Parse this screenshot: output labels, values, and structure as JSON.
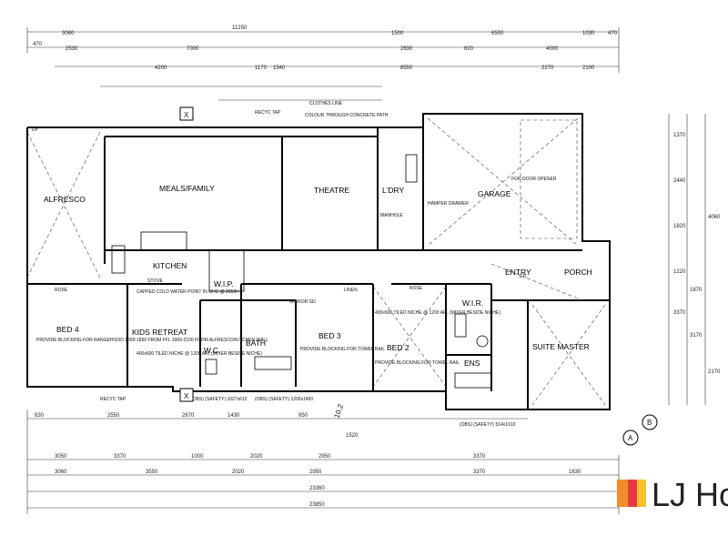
{
  "dimensions_top": {
    "overall": "11250",
    "row1": [
      "470",
      "3060",
      "1500",
      "6500",
      "1030",
      "470"
    ],
    "row2": [
      "2530",
      "7000",
      "2630",
      "620",
      "4000"
    ],
    "row3": [
      "4200",
      "1170",
      "1540",
      "8550",
      "2270",
      "2100"
    ]
  },
  "dimensions_bottom": {
    "row1": [
      "830",
      "2550",
      "2670",
      "1430",
      "950",
      "1520"
    ],
    "row2": [
      "3050",
      "3370",
      "1000",
      "2020",
      "2950",
      "3370"
    ],
    "row3": [
      "3060",
      "3550",
      "2020",
      "2950",
      "3370",
      "1630"
    ],
    "overall1": "23360",
    "overall2": "23850"
  },
  "dimensions_right": [
    "1370",
    "2440",
    "1820",
    "1220",
    "3370",
    "1870",
    "3170",
    "4060",
    "2170"
  ],
  "rooms": {
    "alfresco": "ALFRESCO",
    "meals_family": "MEALS/FAMILY",
    "theatre": "THEATRE",
    "ldry": "L'DRY",
    "garage": "GARAGE",
    "kitchen": "KITCHEN",
    "wip": "W.I.P.",
    "bed4": "BED 4",
    "kids_retreat": "KIDS RETREAT",
    "wc": "W.C.",
    "bath": "BATH",
    "bed3": "BED 3",
    "bed2": "BED 2",
    "wir": "W.I.R.",
    "ens": "ENS",
    "suite_master": "SUITE MASTER",
    "entry": "ENTRY",
    "porch": "PORCH"
  },
  "notes": {
    "clothes_line": "CLOTHES LINE",
    "colour_concrete": "COLOUR THROUGH CONCRETE PATH",
    "recyc_tap_top": "RECYC TAP",
    "recyc_tap_bottom": "RECYC TAP",
    "hamper_drawer": "HAMPER DRAWER",
    "manhole": "MANHOLE",
    "door_opener": "FOR DOOR OPENER",
    "stove": "STOVE",
    "capped_cold": "CAPPED COLD WATER POINT IN OHC @ 2050H",
    "niche_bath": "400x600 TILED NICHE @ 1200 AFL (MIXER BESIDE NICHE)",
    "niche_ens": "400x600 TILED NICHE @ 1200 AFL (MIXER BESIDE NICHE)",
    "blocking_bed3": "PROVIDE BLOCKING FOR TOWEL RAIL",
    "blocking_bed2": "PROVIDE BLOCKING FOR TOWEL RAIL",
    "blocking_bed4": "PROVIDE BLOCKING FOR RANGEHOOD 1800-1850 FROM FFL 1900-2100 FROM ALFRESCO/KITCHEN WALL",
    "rose": "ROSE",
    "mirror": "MIRROR SD",
    "linen": "LINEN",
    "safety1": "(OBS) (SAFETY) 1027x610",
    "safety2": "(OBS) (SAFETY) 1200x1450",
    "safety3": "(OBS) (SAFETY) 514x1610",
    "level": "10.2",
    "dp": "DP",
    "sd": "S.D."
  },
  "markers": {
    "a": "A",
    "b": "B",
    "x": "X"
  },
  "logo": {
    "text": "LJ Ho",
    "colors": [
      "#f28c28",
      "#e63946",
      "#fbc02d"
    ]
  }
}
